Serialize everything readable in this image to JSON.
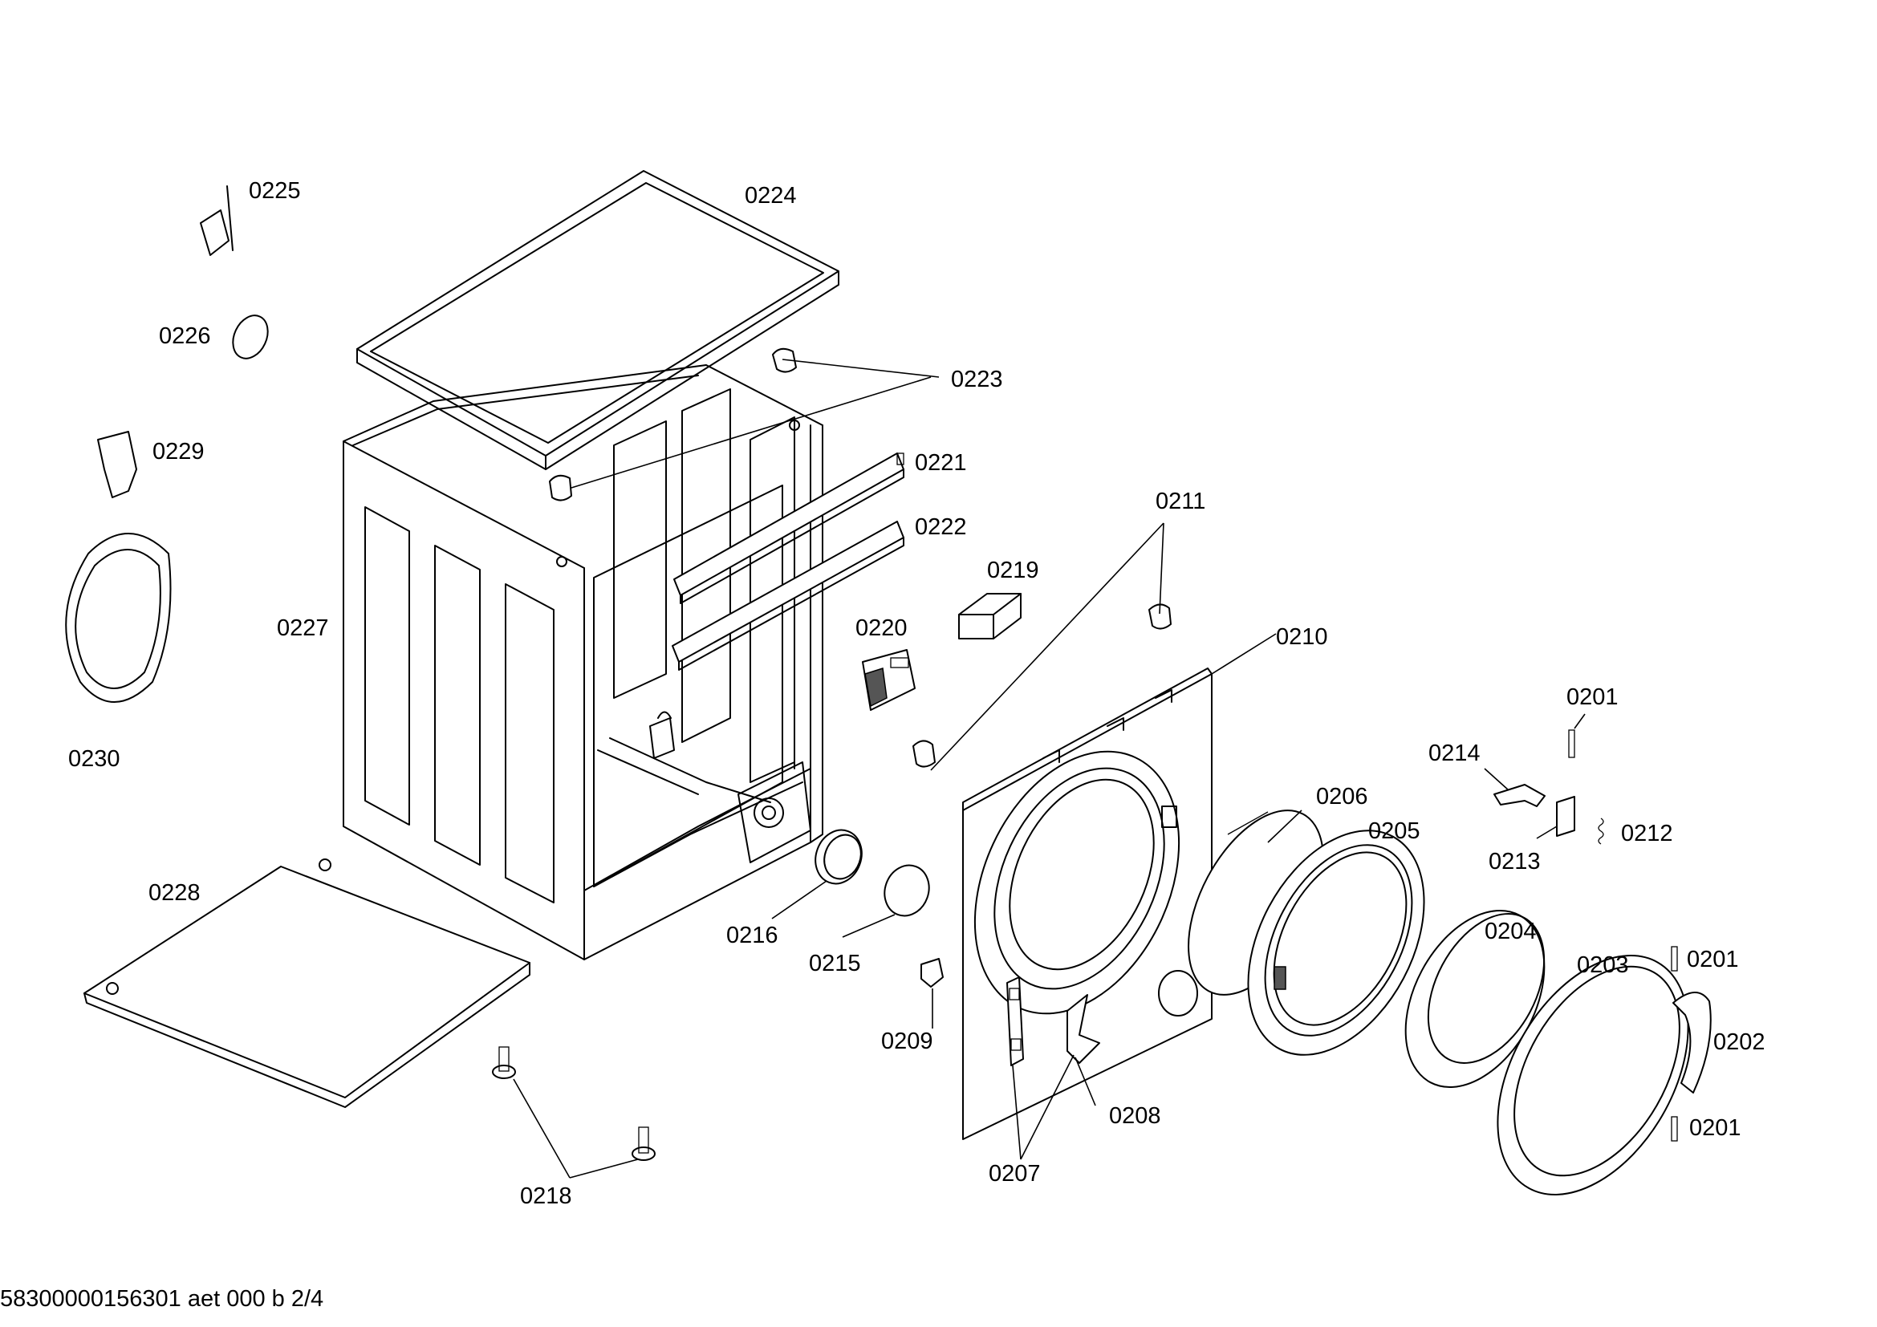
{
  "footer": "58300000156301 aet 000 b 2/4",
  "labels": {
    "p0201a": "0201",
    "p0201b": "0201",
    "p0201c": "0201",
    "p0202": "0202",
    "p0203": "0203",
    "p0204": "0204",
    "p0205": "0205",
    "p0206": "0206",
    "p0207": "0207",
    "p0208": "0208",
    "p0209": "0209",
    "p0210": "0210",
    "p0211": "0211",
    "p0212": "0212",
    "p0213": "0213",
    "p0214": "0214",
    "p0215": "0215",
    "p0216": "0216",
    "p0218": "0218",
    "p0219": "0219",
    "p0220": "0220",
    "p0221": "0221",
    "p0222": "0222",
    "p0223": "0223",
    "p0224": "0224",
    "p0225": "0225",
    "p0226": "0226",
    "p0227": "0227",
    "p0228": "0228",
    "p0229": "0229",
    "p0230": "0230"
  }
}
